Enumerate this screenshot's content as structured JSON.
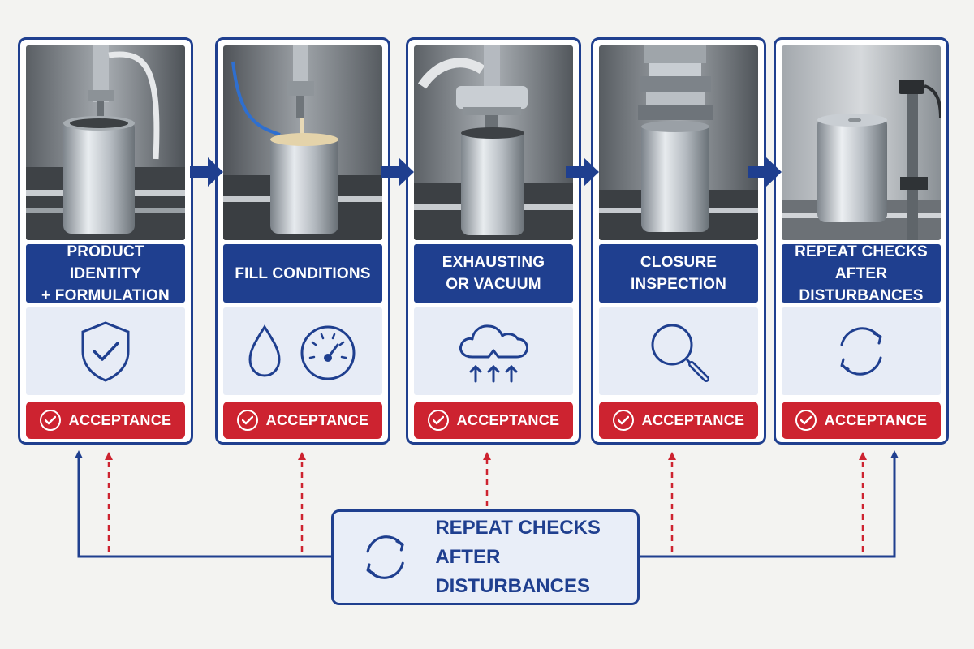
{
  "colors": {
    "primary_blue": "#1f3f8f",
    "acceptance_red": "#cd2330",
    "icon_panel": "#e7ecf6",
    "background": "#f3f3f1"
  },
  "steps": [
    {
      "title": "PRODUCT IDENTITY\n+ FORMULATION",
      "icon": "shield-check-icon",
      "acceptance": "ACCEPTANCE"
    },
    {
      "title": "FILL CONDITIONS",
      "icon": "droplet-and-gauge-icon",
      "acceptance": "ACCEPTANCE"
    },
    {
      "title": "EXHAUSTING\nOR VACUUM",
      "icon": "cloud-vacuum-icon",
      "acceptance": "ACCEPTANCE"
    },
    {
      "title": "CLOSURE\nINSPECTION",
      "icon": "magnifier-icon",
      "acceptance": "ACCEPTANCE"
    },
    {
      "title": "REPEAT CHECKS\nAFTER DISTURBANCES",
      "icon": "refresh-icon",
      "acceptance": "ACCEPTANCE"
    }
  ],
  "summary": {
    "line1": "REPEAT CHECKS",
    "line2": "AFTER DISTURBANCES",
    "icon": "refresh-icon"
  }
}
